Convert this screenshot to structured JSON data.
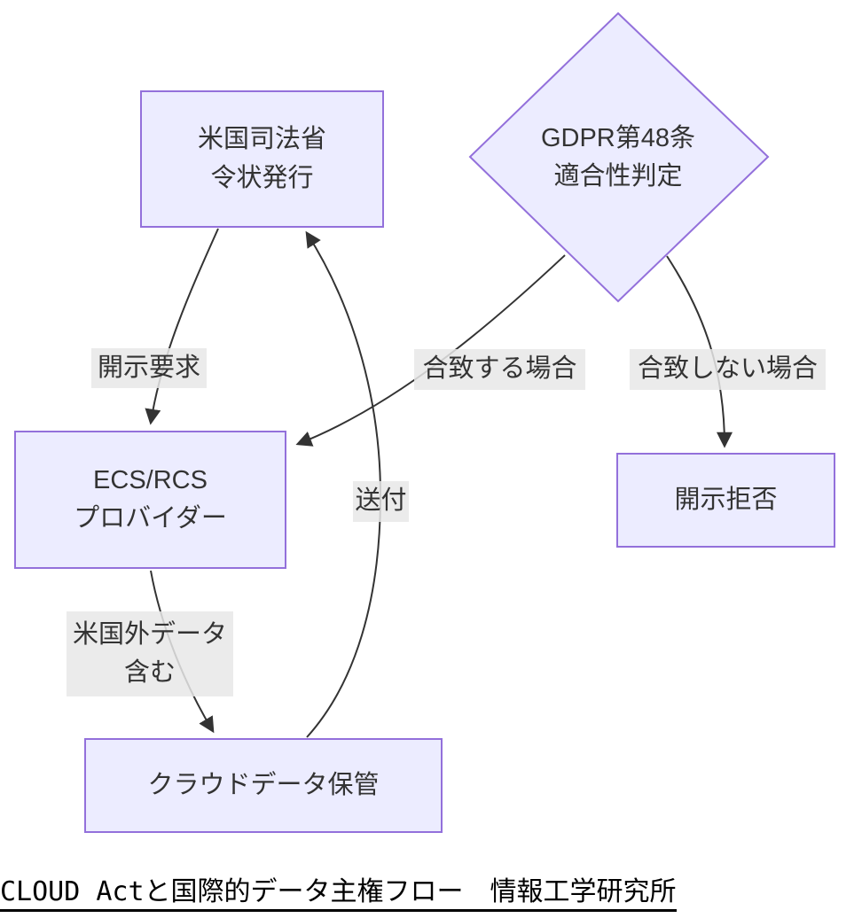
{
  "diagram": {
    "title": "CLOUD Actと国際的データ主権フロー　情報工学研究所",
    "type": "flowchart",
    "colors": {
      "node_fill": "#ECECFF",
      "node_border": "#9370DB",
      "edge_stroke": "#333333",
      "edge_label_bg": "#e8e8e8",
      "text": "#333333",
      "title_text": "#000000"
    },
    "nodes": [
      {
        "id": "doj",
        "shape": "rect",
        "label": "米国司法省\n令状発行"
      },
      {
        "id": "gdpr",
        "shape": "diamond",
        "label": "GDPR第48条\n適合性判定"
      },
      {
        "id": "ecs",
        "shape": "rect",
        "label": "ECS/RCS\nプロバイダー"
      },
      {
        "id": "refusal",
        "shape": "rect",
        "label": "開示拒否"
      },
      {
        "id": "cloud",
        "shape": "rect",
        "label": "クラウドデータ保管"
      }
    ],
    "edges": [
      {
        "from": "doj",
        "to": "ecs",
        "label": "開示要求"
      },
      {
        "from": "gdpr",
        "to": "ecs",
        "label": "合致する場合"
      },
      {
        "from": "gdpr",
        "to": "refusal",
        "label": "合致しない場合"
      },
      {
        "from": "ecs",
        "to": "cloud",
        "label": "米国外データ\n含む"
      },
      {
        "from": "cloud",
        "to": "doj",
        "label": "送付"
      }
    ]
  }
}
